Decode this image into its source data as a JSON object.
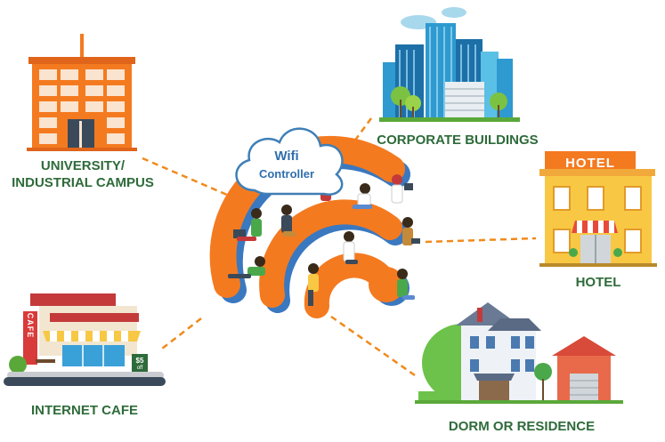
{
  "hub": {
    "cloud_line1": "Wifi",
    "cloud_line2": "Controller"
  },
  "locations": [
    {
      "id": "university",
      "line1": "UNIVERSITY/",
      "line2": "INDUSTRIAL CAMPUS"
    },
    {
      "id": "corporate",
      "line1": "CORPORATE BUILDINGS"
    },
    {
      "id": "hotel",
      "line1": "HOTEL",
      "sign": "HOTEL"
    },
    {
      "id": "cafe",
      "line1": "INTERNET CAFE",
      "sign": "CAFE",
      "price": "$5",
      "price_sub": "off"
    },
    {
      "id": "dorm",
      "line1": "DORM OR RESIDENCE"
    }
  ],
  "colors": {
    "label": "#2e6b3a",
    "connector": "#f08a1c",
    "wifi": "#f47a20",
    "cloud_stroke": "#3f7fb6",
    "cloud_text": "#2f6fae"
  }
}
